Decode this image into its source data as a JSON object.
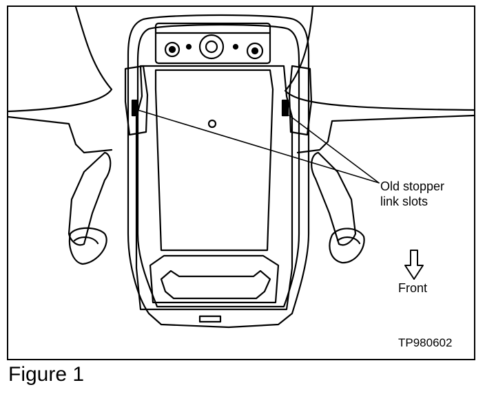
{
  "figure": {
    "callout_line1": "Old stopper",
    "callout_line2": "link slots",
    "direction_label": "Front",
    "part_number": "TP980602",
    "caption": "Figure 1"
  }
}
